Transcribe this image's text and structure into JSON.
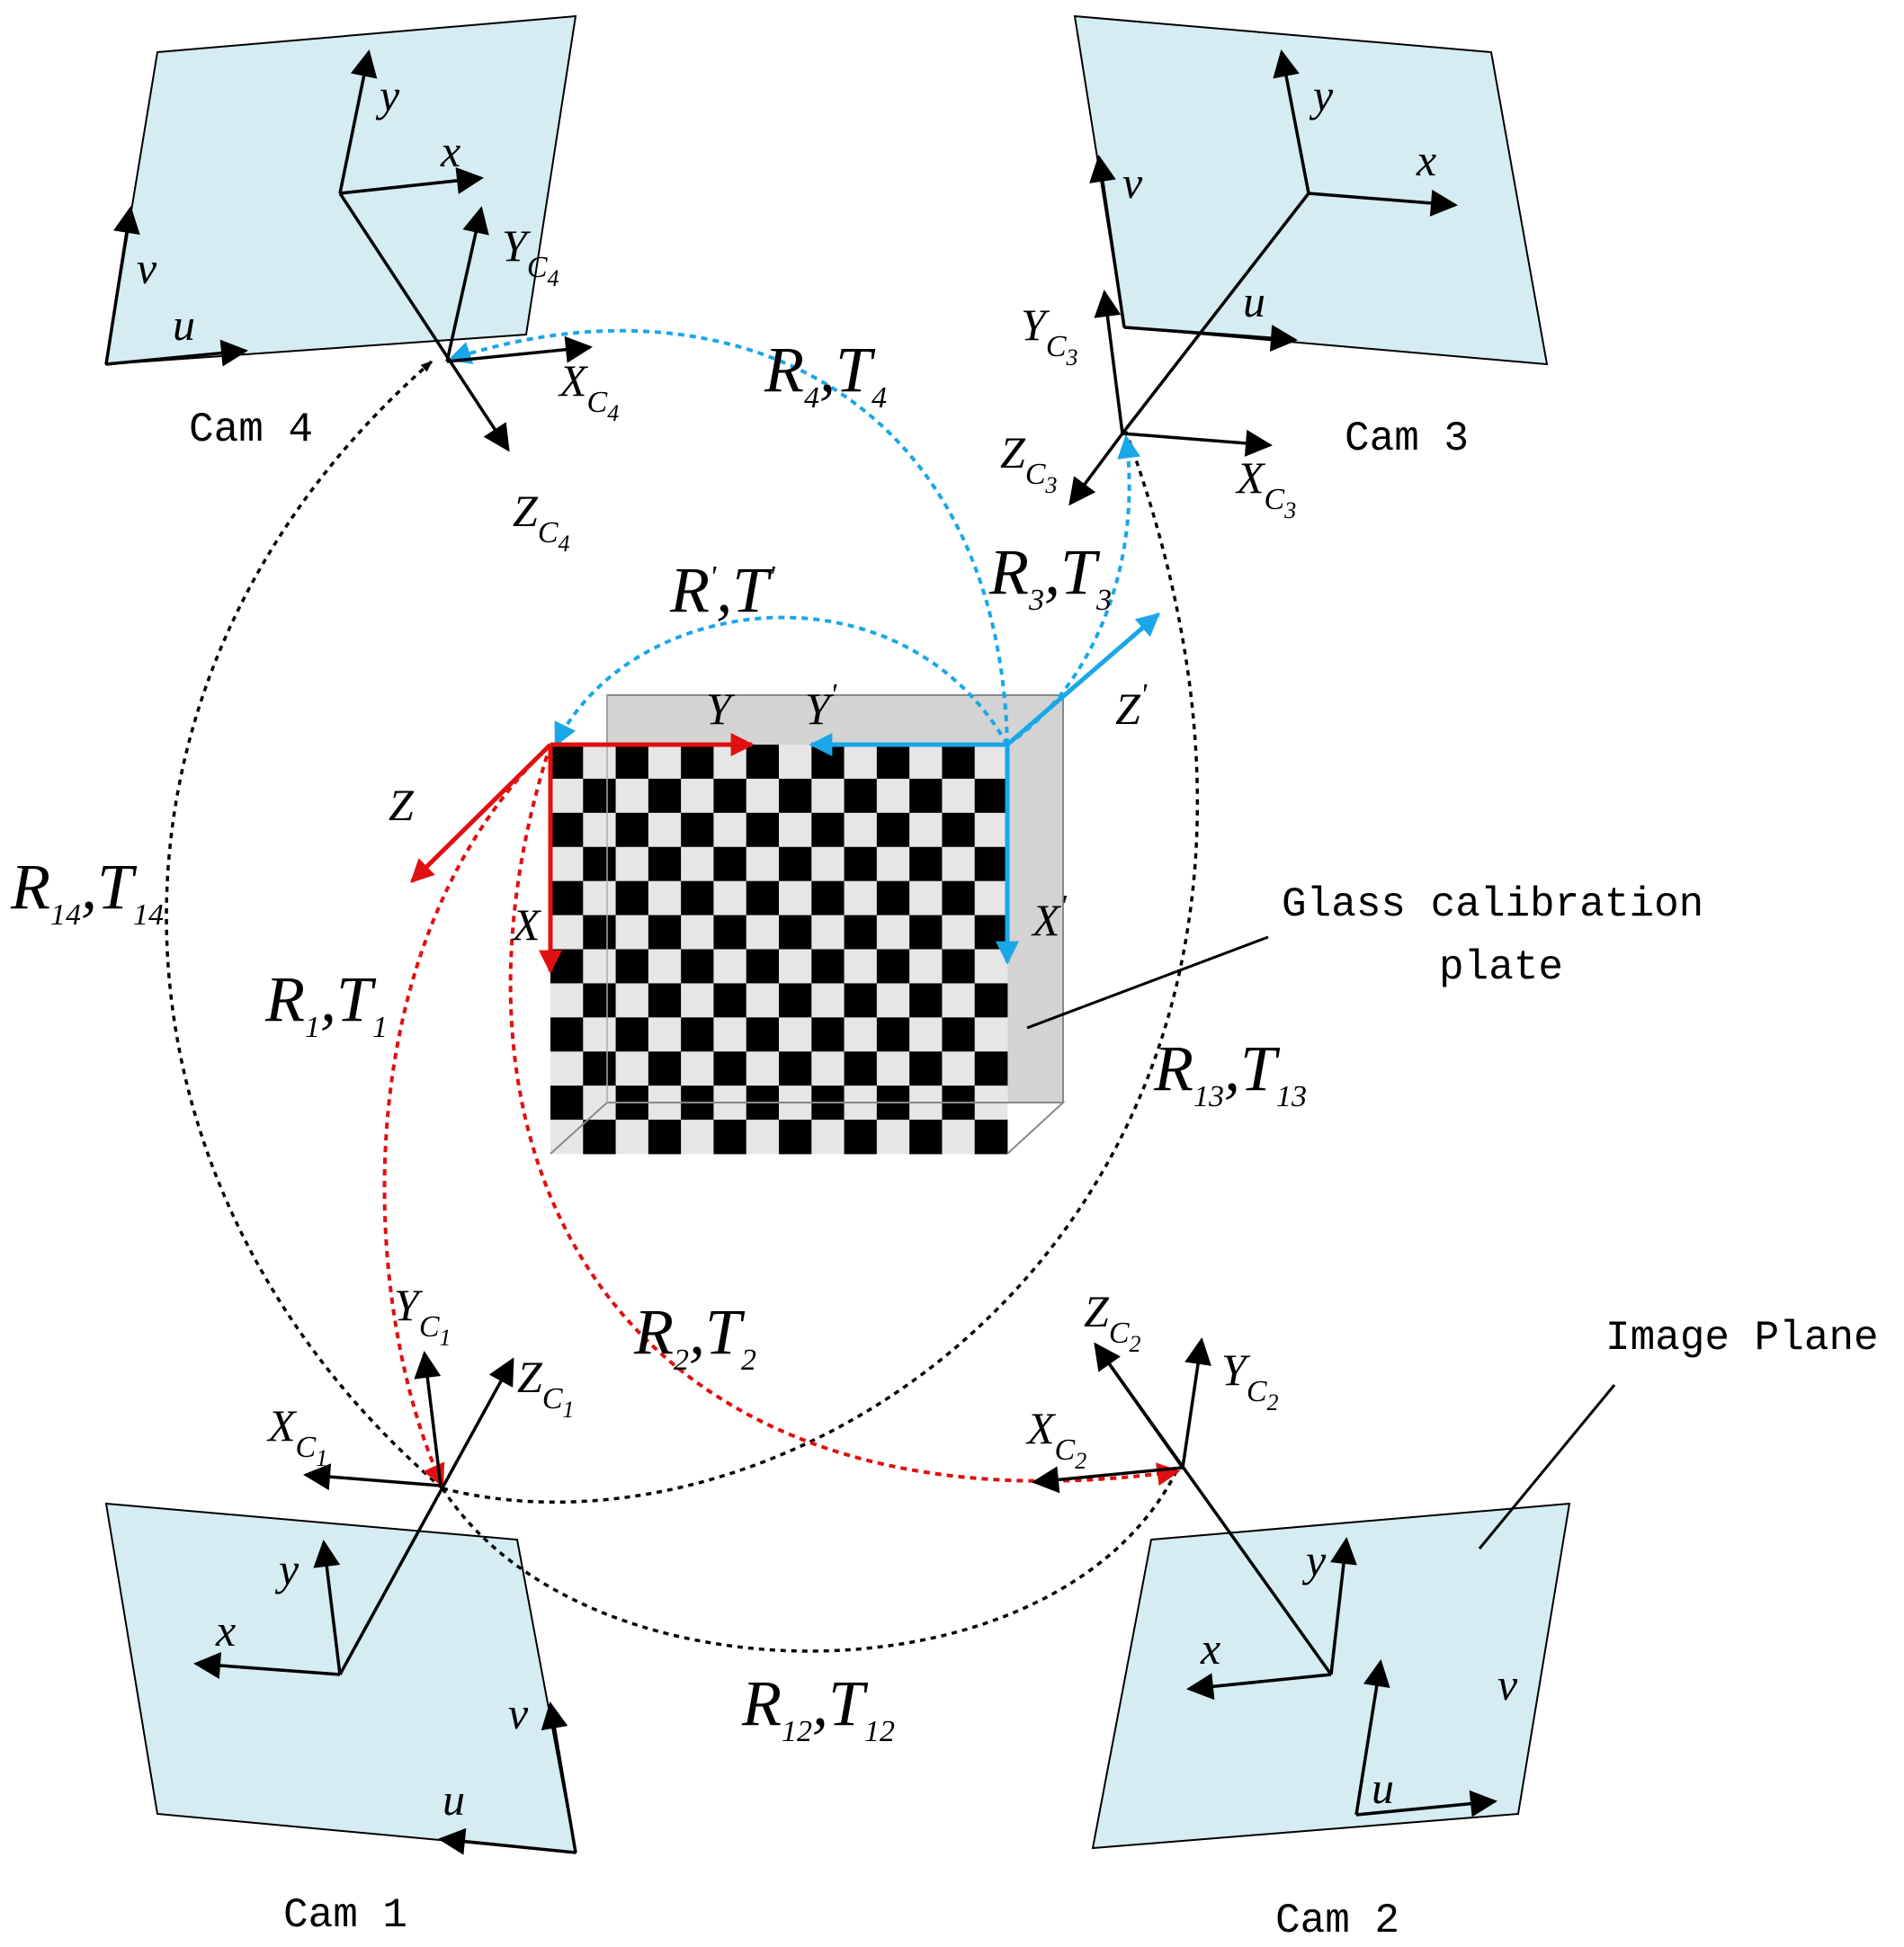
{
  "colors": {
    "plane_fill": "#d4ecf2",
    "red": "#e01010",
    "blue": "#1aa7e8",
    "black": "#000000",
    "plate_back": "#d3d3d3",
    "square_light": "#e6e6e6"
  },
  "cameras": {
    "cam1": "Cam 1",
    "cam2": "Cam 2",
    "cam3": "Cam 3",
    "cam4": "Cam 4"
  },
  "image_axes": {
    "x": "x",
    "y": "y",
    "u": "u",
    "v": "v"
  },
  "camera_axes": {
    "X": "X",
    "Y": "Y",
    "Z": "Z",
    "C": "C",
    "n1": "1",
    "n2": "2",
    "n3": "3",
    "n4": "4"
  },
  "plate_axes": {
    "X": "X",
    "Y": "Y",
    "Z": "Z",
    "Xp": "X",
    "Yp": "Y",
    "Zp": "Z",
    "prime": "'"
  },
  "transforms": {
    "R": "R",
    "T": "T",
    "comma": ",",
    "s1": "1",
    "s2": "2",
    "s3": "3",
    "s4": "4",
    "s12": "12",
    "s13": "13",
    "s14": "14",
    "prime": "'"
  },
  "annotations": {
    "glass_line1": "Glass calibration",
    "glass_line2": "plate",
    "image_plane": "Image Plane"
  }
}
